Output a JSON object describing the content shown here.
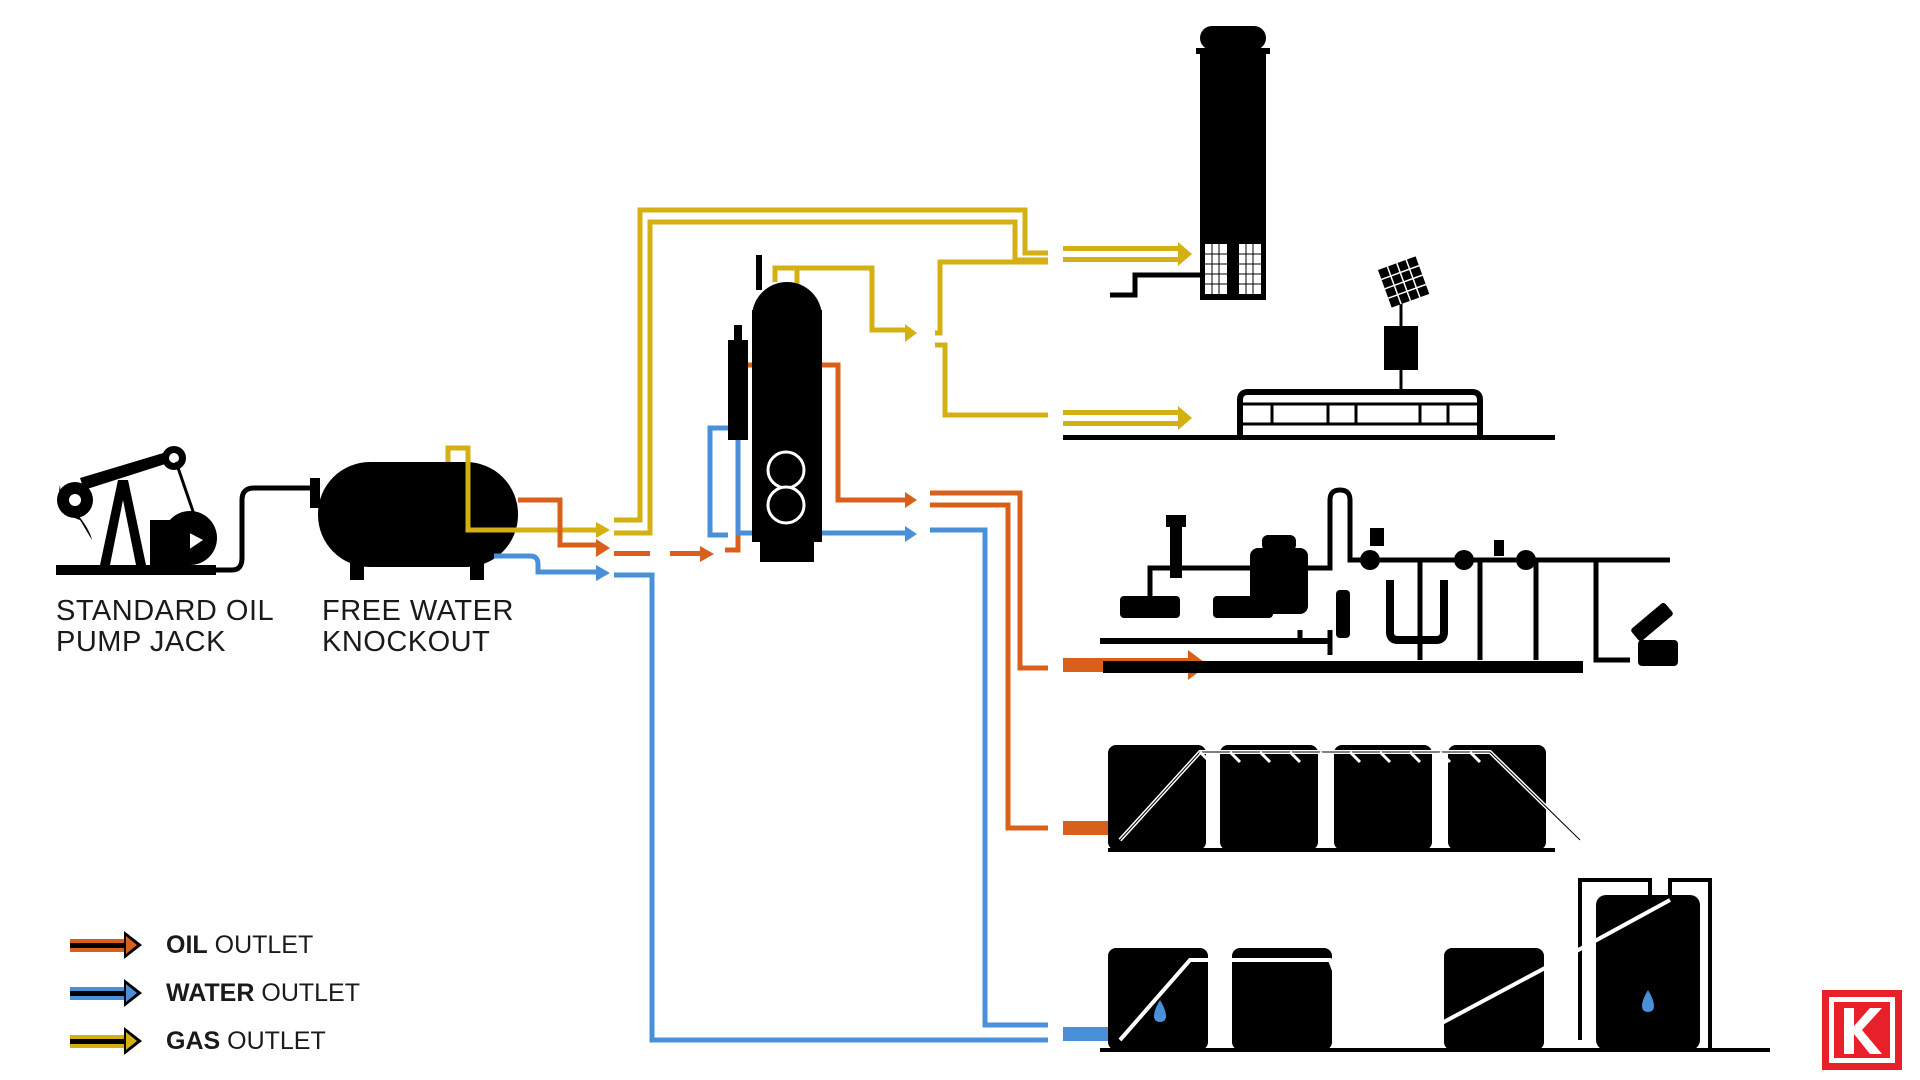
{
  "labels": {
    "pump_jack": "STANDARD OIL\nPUMP JACK",
    "knockout": "FREE WATER\nKNOCKOUT"
  },
  "legend": [
    {
      "bold": "OIL",
      "rest": " OUTLET",
      "color": "#d9601a"
    },
    {
      "bold": "WATER",
      "rest": " OUTLET",
      "color": "#4a90d9"
    },
    {
      "bold": "GAS",
      "rest": " OUTLET",
      "color": "#d4b012"
    }
  ],
  "colors": {
    "oil": "#d9601a",
    "water": "#4a90d9",
    "gas": "#d4b012",
    "equipment": "#000000",
    "brand": "#e8202a"
  },
  "icons": {
    "logo": "k-logo-icon"
  }
}
